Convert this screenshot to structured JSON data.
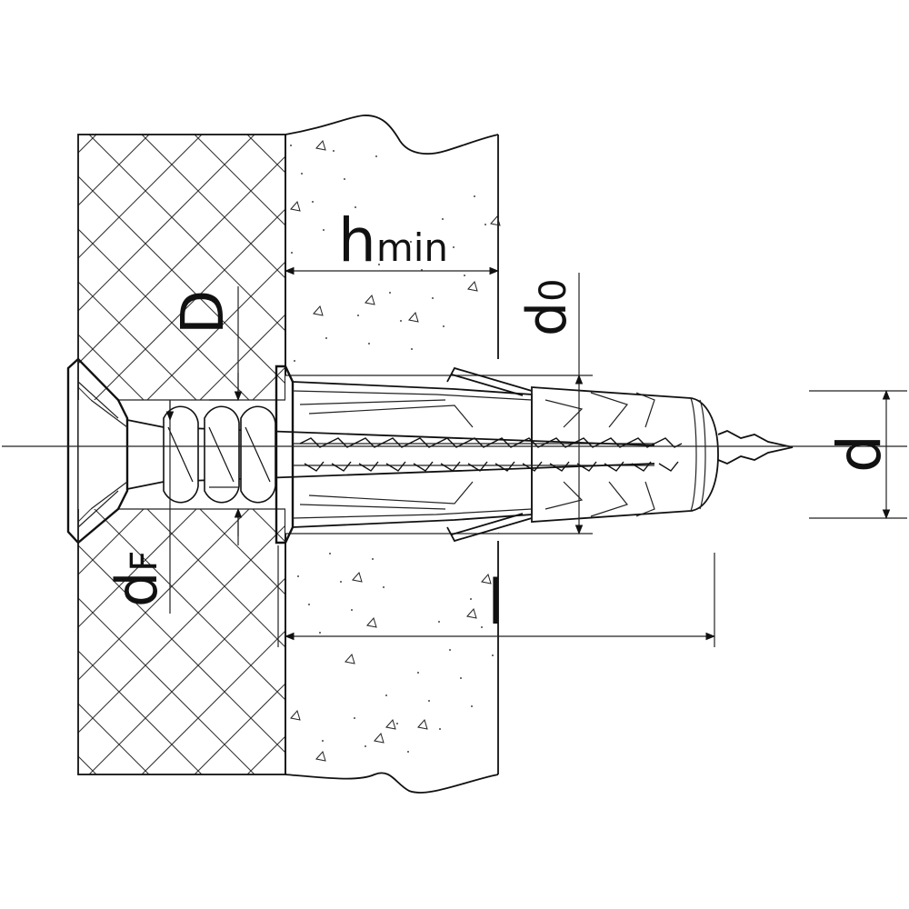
{
  "labels": {
    "h_min": {
      "main": "h",
      "sub": "min"
    },
    "d0": {
      "main": "d",
      "sub": "0"
    },
    "D": "D",
    "d": "d",
    "df": {
      "main": "d",
      "sub": "F"
    },
    "l": "l"
  },
  "colors": {
    "line": "#111111",
    "background": "#ffffff"
  }
}
